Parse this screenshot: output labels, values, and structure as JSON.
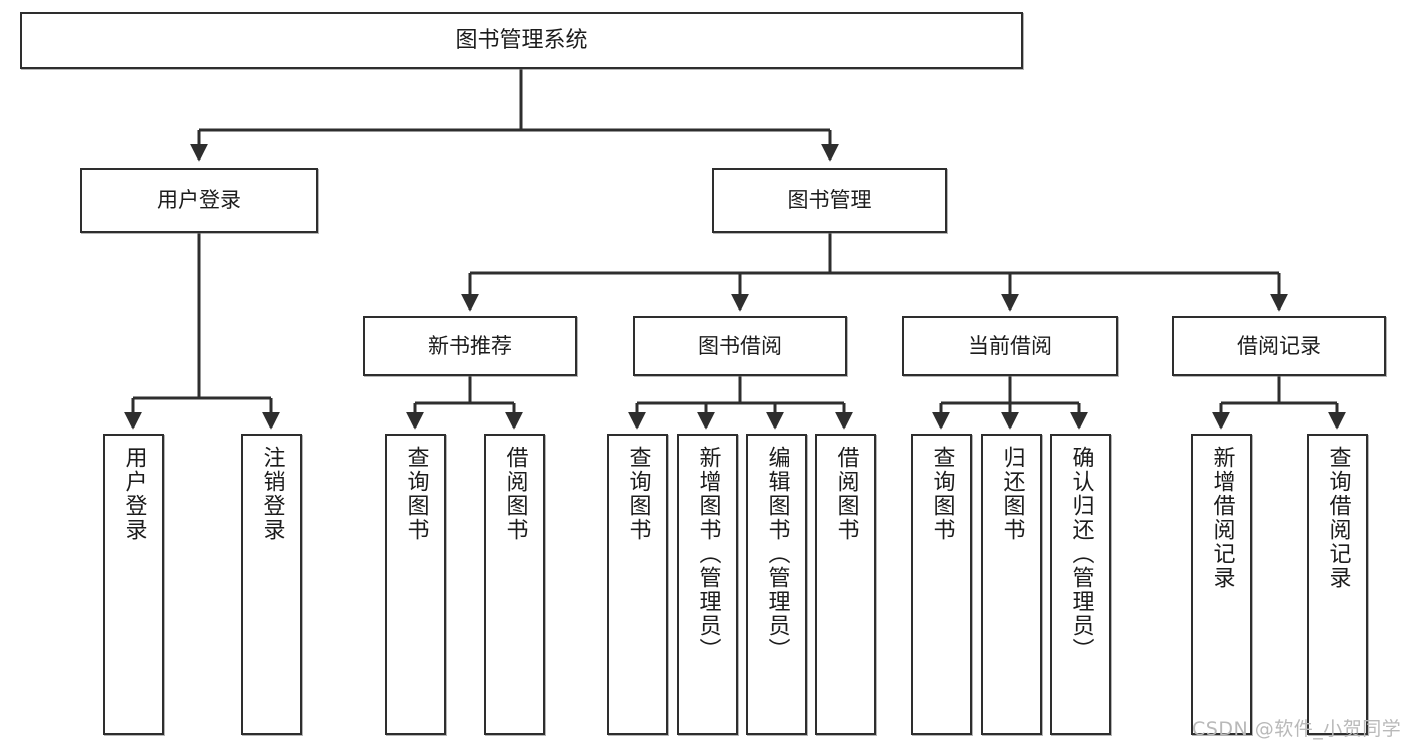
{
  "diagram": {
    "type": "tree",
    "title": "图书管理系统",
    "orientation": "top-down",
    "colors": {
      "node_border": "#2e2e2e",
      "node_fill": "#ffffff",
      "edge": "#2e2e2e",
      "text": "#1c1c1c",
      "watermark": "#b9b9b9",
      "background": "#ffffff"
    },
    "root": {
      "label": "图书管理系统"
    },
    "branches": [
      {
        "label": "用户登录"
      },
      {
        "label": "图书管理"
      }
    ],
    "groups": [
      {
        "label": "新书推荐"
      },
      {
        "label": "图书借阅"
      },
      {
        "label": "当前借阅"
      },
      {
        "label": "借阅记录"
      }
    ],
    "leaves": {
      "user_login": [
        {
          "label": "用户登录"
        },
        {
          "label": "注销登录"
        }
      ],
      "new_book": [
        {
          "label": "查询图书"
        },
        {
          "label": "借阅图书"
        }
      ],
      "book_borrow": [
        {
          "label": "查询图书"
        },
        {
          "label": "新增图书（管理员）"
        },
        {
          "label": "编辑图书（管理员）"
        },
        {
          "label": "借阅图书"
        }
      ],
      "current_borrow": [
        {
          "label": "查询图书"
        },
        {
          "label": "归还图书"
        },
        {
          "label": "确认归还（管理员）"
        }
      ],
      "borrow_record": [
        {
          "label": "新增借阅记录"
        },
        {
          "label": "查询借阅记录"
        }
      ]
    }
  },
  "watermark": {
    "text": "CSDN @软件_小贺同学"
  }
}
